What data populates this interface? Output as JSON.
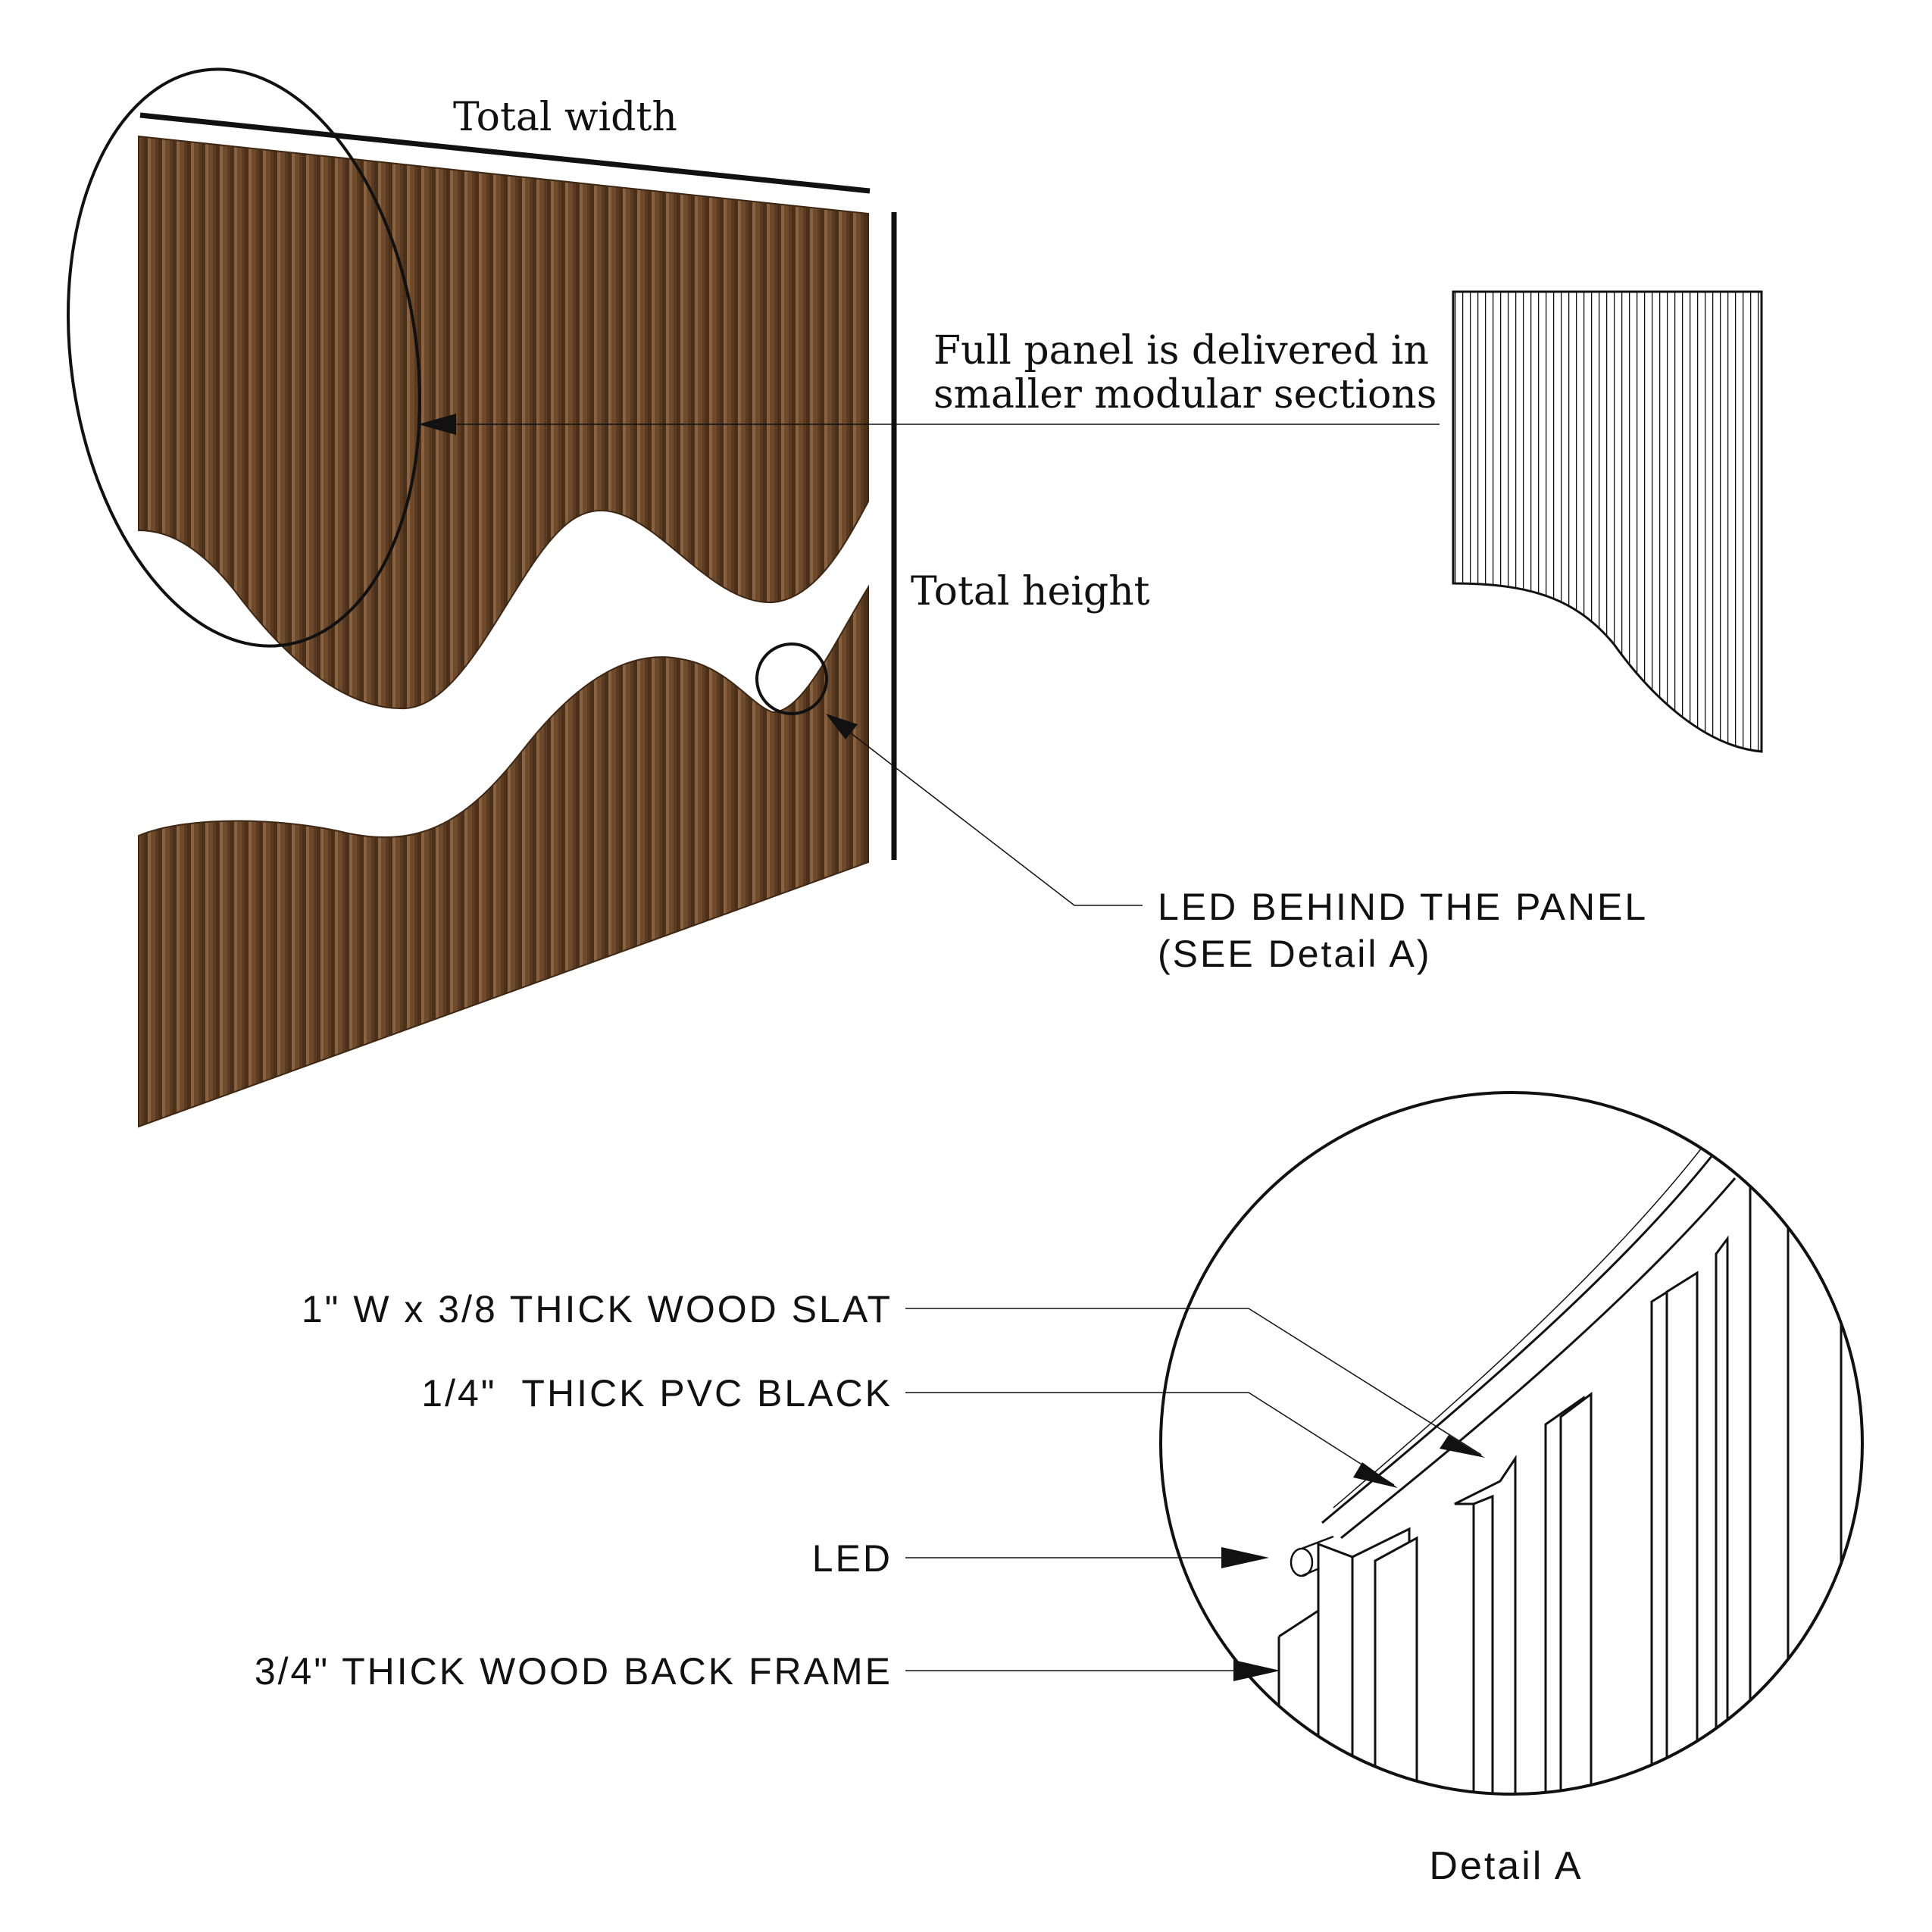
{
  "dimensions": {
    "total_width": "Total width",
    "total_height": "Total height"
  },
  "notes": {
    "modular_line1": "Full panel is delivered in",
    "modular_line2": "smaller modular sections",
    "led_line1": "LED BEHIND THE PANEL",
    "led_line2": "(SEE Detail A)"
  },
  "detail": {
    "title": "Detail A",
    "labels": {
      "wood_slat": "1\" W x 3/8 THICK WOOD SLAT",
      "pvc": "1/4\"  THICK PVC BLACK",
      "led": "LED",
      "back_frame": "3/4\" THICK WOOD BACK FRAME"
    }
  },
  "colors": {
    "wood_dark": "#5c3d22",
    "wood_mid": "#7a5433",
    "wood_light": "#98704a",
    "ink": "#111111"
  }
}
